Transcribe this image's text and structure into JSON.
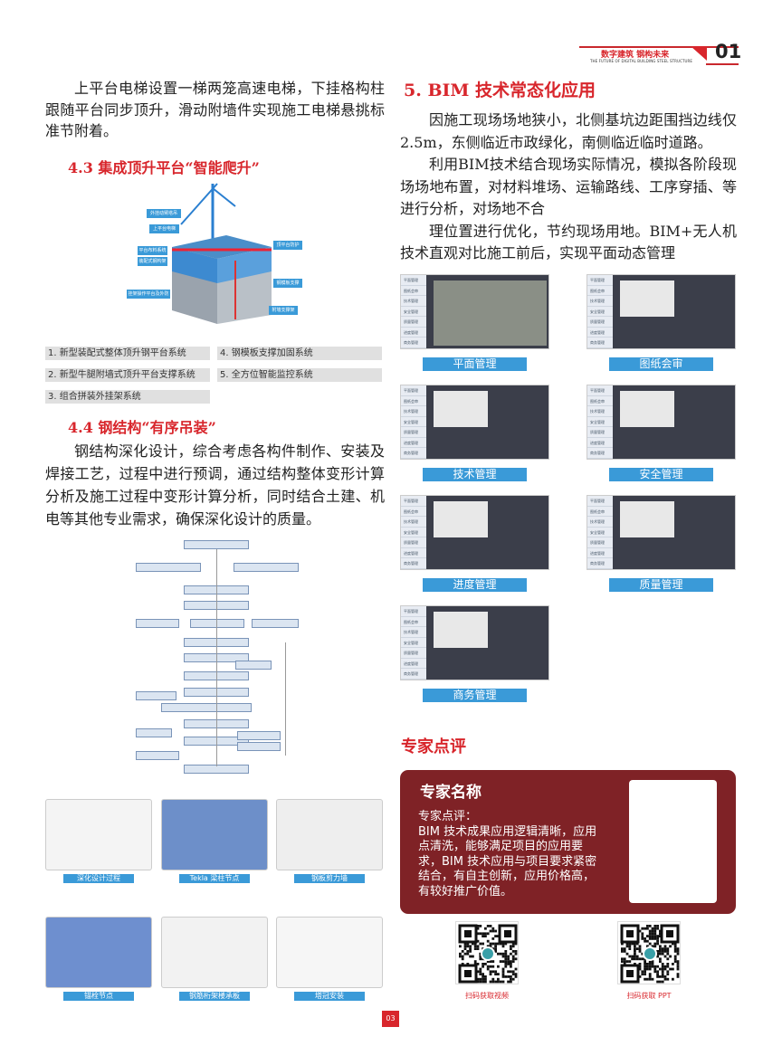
{
  "header": {
    "title_cn": "数字建筑 钢构未来",
    "title_en": "THE FUTURE OF DIGITAL BUILDING STEEL STRUCTURE",
    "chapter": "01"
  },
  "left": {
    "intro": "上平台电梯设置一梯两笼高速电梯，下挂格构柱跟随平台同步顶升，滑动附墙件实现施工电梯悬挑标准节附着。",
    "s43_title": "4.3 集成顶升平台“智能爬升”",
    "diagram_labels": [
      "外挂动臂塔吊",
      "上平台电梯",
      "平台布料系统",
      "装配式钢构架",
      "顶平台防护",
      "钢模板支撑",
      "附墙支撑架",
      "挂架操作平台及外防护"
    ],
    "systems": [
      "1. 新型装配式整体顶升钢平台系统",
      "2. 新型牛腿附墙式顶升平台支撑系统",
      "3. 组合拼装外挂架系统",
      "4. 钢模板支撑加固系统",
      "5. 全方位智能监控系统"
    ],
    "s44_title": "4.4 钢结构“有序吊装”",
    "s44_text": "钢结构深化设计，综合考虑各构件制作、安装及焊接工艺，过程中进行预调，通过结构整体变形计算分析及施工过程中变形计算分析，同时结合土建、机电等其他专业需求，确保深化设计的质量。",
    "gallery": [
      "深化设计过程",
      "Tekla 梁柱节点",
      "钢板剪力墙",
      "锚栓节点",
      "钢筋桁架楼承板",
      "塔冠安装"
    ]
  },
  "right": {
    "s5_title": "5. BIM 技术常态化应用",
    "p1": "因施工现场场地狭小，北侧基坑边距围挡边线仅2.5m，东侧临近市政绿化，南侧临近临时道路。",
    "p2": "利用BIM技术结合现场实际情况，模拟各阶段现场场地布置，对材料堆场、运输路线、工序穿插、等进行分析，对场地不合",
    "p3": "理位置进行优化，节约现场用地。BIM+无人机技术直观对比施工前后，实现平面动态管理",
    "menu": [
      "平面管理",
      "图纸会审",
      "技术管理",
      "安全管理",
      "质量管理",
      "进度管理",
      "商务管理"
    ],
    "shots": [
      "平面管理",
      "图纸会审",
      "技术管理",
      "安全管理",
      "进度管理",
      "质量管理",
      "商务管理"
    ],
    "expert_heading": "专家点评",
    "expert_name": "专家名称",
    "expert_label": "专家点评：",
    "expert_text": "BIM 技术成果应用逻辑清晰，应用点清洗，能够满足项目的应用要求，BIM 技术应用与项目要求紧密结合，有自主创新，应用价格高，有较好推广价值。",
    "qr_video": "扫码获取视频",
    "qr_ppt": "扫码获取 PPT"
  },
  "page_number": "03",
  "colors": {
    "accent": "#d8262c",
    "caption": "#3a9ad8",
    "expert_bg": "#7f2226"
  }
}
